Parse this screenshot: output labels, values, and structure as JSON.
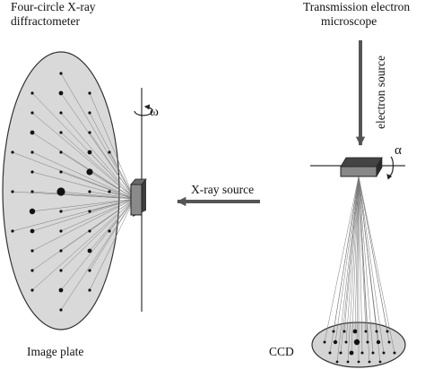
{
  "left_setup": {
    "title_line1": "Four-circle X-ray",
    "title_line2": "diffractometer",
    "rotation_symbol": "ω",
    "source_label": "X-ray source",
    "detector_label": "Image plate"
  },
  "right_setup": {
    "title_line1": "Transmission electron",
    "title_line2": "microscope",
    "source_label": "electron source",
    "rotation_symbol": "α",
    "detector_label": "CCD"
  }
}
